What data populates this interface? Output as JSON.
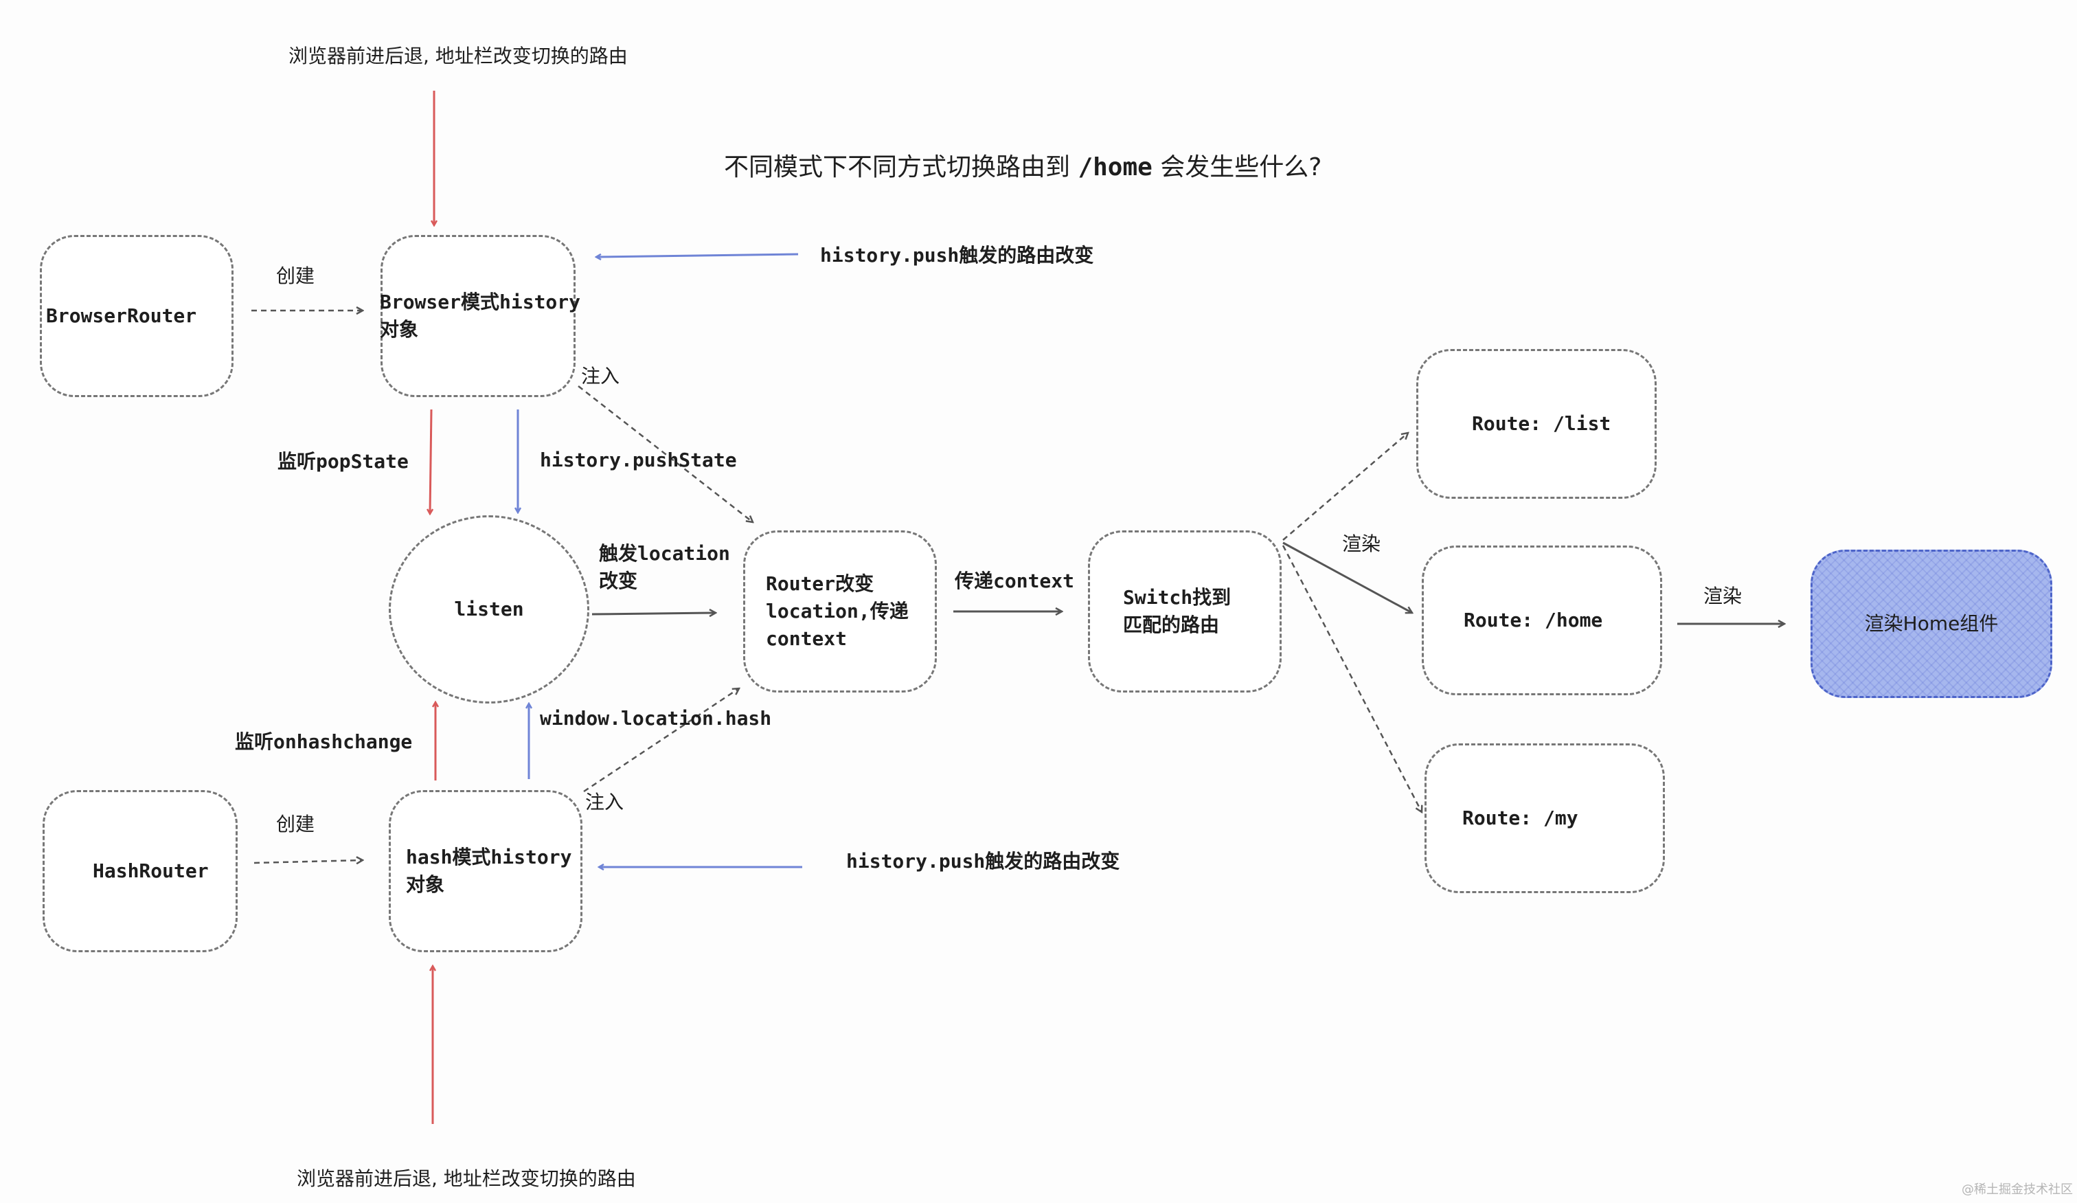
{
  "title": {
    "before": "不同模式下不同方式切换路由到 ",
    "code": "/home",
    "after": " 会发生些什么?"
  },
  "nodes": {
    "browser_router": "BrowserRouter",
    "browser_history": "Browser模式history\n对象",
    "listen": "listen",
    "router": "Router改变\nlocation,传递\ncontext",
    "switch": "Switch找到\n匹配的路由",
    "route_list": "Route: /list",
    "route_home": "Route: /home",
    "route_my": "Route: /my",
    "render_home": "渲染Home组件",
    "hash_router": "HashRouter",
    "hash_history": "hash模式history\n对象"
  },
  "labels": {
    "browser_nav_top": "浏览器前进后退, 地址栏改变切换的路由",
    "history_push_top": "history.push触发的路由改变",
    "create_top": "创建",
    "inject_top": "注入",
    "listen_popstate": "监听popState",
    "push_state": "history.pushState",
    "trigger_location": "触发location\n改变",
    "pass_context": "传递context",
    "render_switch": "渲染",
    "render_home": "渲染",
    "listen_hashchange": "监听onhashchange",
    "window_hash": "window.location.hash",
    "inject_bottom": "注入",
    "create_bottom": "创建",
    "history_push_bottom": "history.push触发的路由改变",
    "browser_nav_bottom": "浏览器前进后退, 地址栏改变切换的路由"
  },
  "watermark": "@稀土掘金技术社区",
  "colors": {
    "red": "#d95a5a",
    "blue": "#6f84d6",
    "gray": "#555555",
    "fill": "#a6b7ee"
  }
}
